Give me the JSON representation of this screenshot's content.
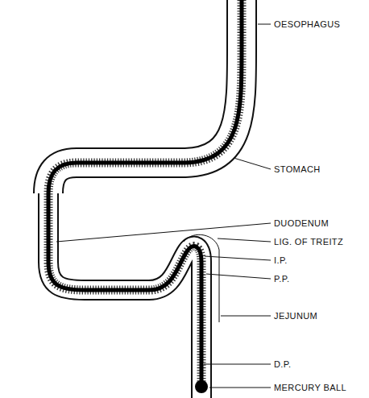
{
  "diagram": {
    "labels": [
      "OESOPHAGUS",
      "STOMACH",
      "DUODENUM",
      "LIG. OF TREITZ",
      "I.P.",
      "P.P.",
      "JEJUNUM",
      "D.P.",
      "MERCURY BALL"
    ]
  }
}
